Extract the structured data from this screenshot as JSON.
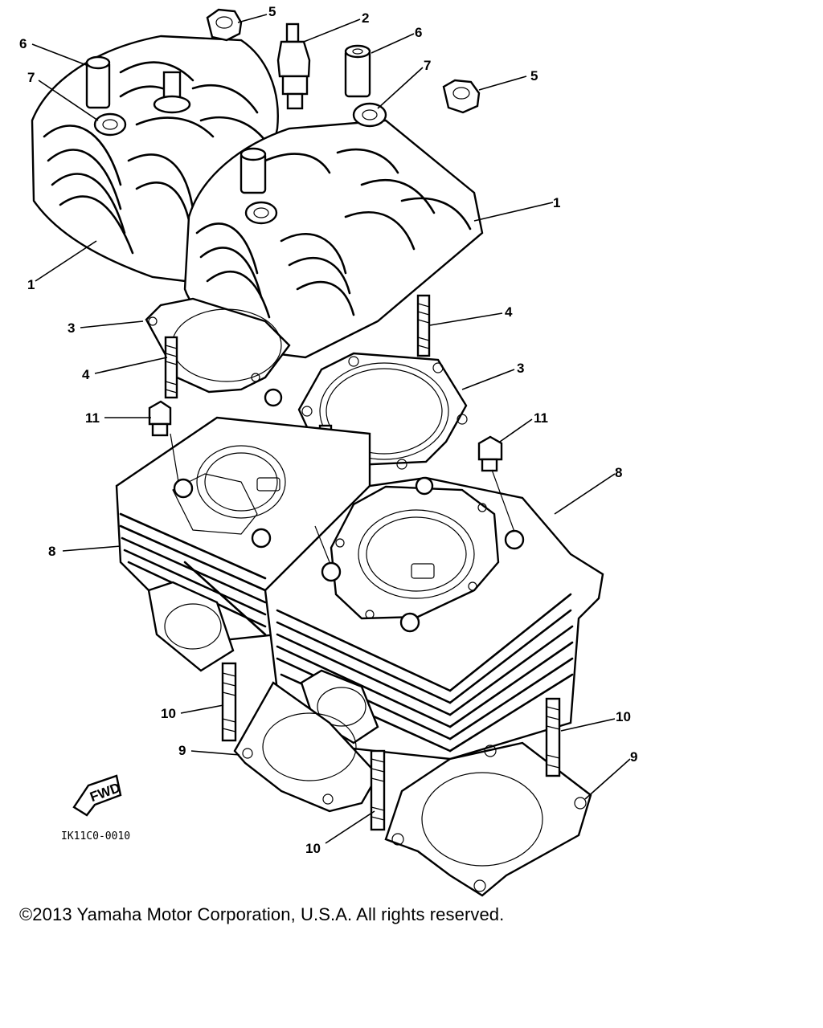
{
  "diagram": {
    "callouts": [
      {
        "id": "c5a",
        "text": "5"
      },
      {
        "id": "c2",
        "text": "2"
      },
      {
        "id": "c6a",
        "text": "6"
      },
      {
        "id": "c6b",
        "text": "6"
      },
      {
        "id": "c7a",
        "text": "7"
      },
      {
        "id": "c7b",
        "text": "7"
      },
      {
        "id": "c5b",
        "text": "5"
      },
      {
        "id": "c1a",
        "text": "1"
      },
      {
        "id": "c1b",
        "text": "1"
      },
      {
        "id": "c3a",
        "text": "3"
      },
      {
        "id": "c4a",
        "text": "4"
      },
      {
        "id": "c4b",
        "text": "4"
      },
      {
        "id": "c3b",
        "text": "3"
      },
      {
        "id": "c11a",
        "text": "11"
      },
      {
        "id": "c11b",
        "text": "11"
      },
      {
        "id": "c8a",
        "text": "8"
      },
      {
        "id": "c8b",
        "text": "8"
      },
      {
        "id": "c10a",
        "text": "10"
      },
      {
        "id": "c9a",
        "text": "9"
      },
      {
        "id": "c10b",
        "text": "10"
      },
      {
        "id": "c9b",
        "text": "9"
      },
      {
        "id": "c10c",
        "text": "10"
      }
    ],
    "fwd_label": "FWD",
    "drawing_number": "IK11C0-0010"
  },
  "footer": {
    "copyright": "©2013 Yamaha Motor Corporation, U.S.A. All rights reserved."
  }
}
